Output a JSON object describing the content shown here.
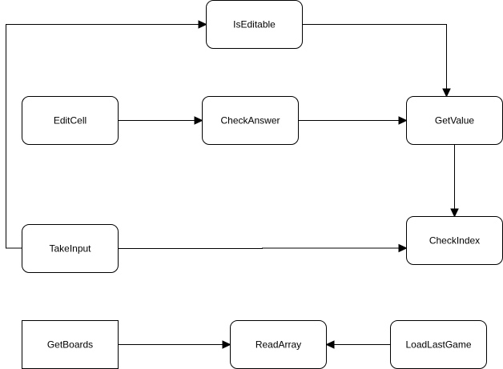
{
  "diagram": {
    "nodes": {
      "iseditable": "IsEditable",
      "editcell": "EditCell",
      "checkanswer": "CheckAnswer",
      "getvalue": "GetValue",
      "takeinput": "TakeInput",
      "checkindex": "CheckIndex",
      "getboards": "GetBoards",
      "readarray": "ReadArray",
      "loadlastgame": "LoadLastGame"
    },
    "edges": [
      {
        "from": "TakeInput",
        "to": "IsEditable"
      },
      {
        "from": "IsEditable",
        "to": "GetValue"
      },
      {
        "from": "EditCell",
        "to": "CheckAnswer"
      },
      {
        "from": "CheckAnswer",
        "to": "GetValue"
      },
      {
        "from": "GetValue",
        "to": "CheckIndex"
      },
      {
        "from": "TakeInput",
        "to": "CheckIndex"
      },
      {
        "from": "GetBoards",
        "to": "ReadArray"
      },
      {
        "from": "LoadLastGame",
        "to": "ReadArray"
      }
    ],
    "colors": {
      "stroke": "#000000",
      "fill": "#ffffff",
      "background": "#ffffff"
    }
  }
}
